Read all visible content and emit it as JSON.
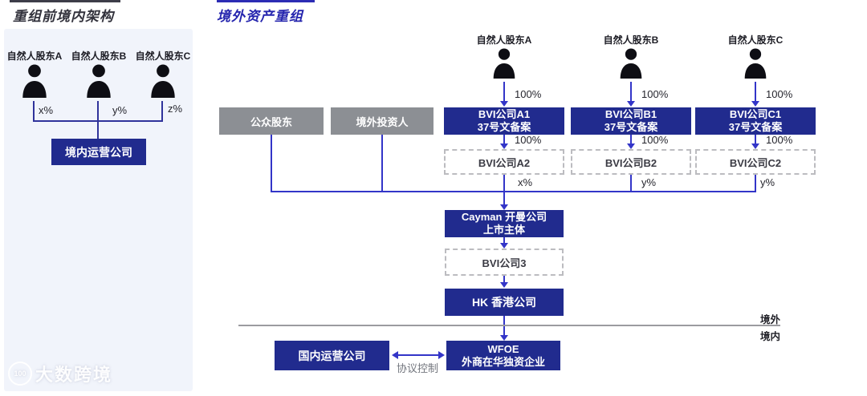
{
  "left_panel": {
    "title": "重组前境内架构",
    "shareholders": [
      {
        "label": "自然人股东A",
        "pct": "x%"
      },
      {
        "label": "自然人股东B",
        "pct": "y%"
      },
      {
        "label": "自然人股东C",
        "pct": "z%"
      }
    ],
    "company": "境内运营公司"
  },
  "right_section": {
    "title": "境外资产重组",
    "columns": [
      {
        "shareholder": "自然人股东A",
        "pct_top": "100%",
        "bvi1_line1": "BVI公司A1",
        "bvi1_line2": "37号文备案",
        "pct_mid": "100%",
        "bvi2": "BVI公司A2",
        "pct_bottom": "x%"
      },
      {
        "shareholder": "自然人股东B",
        "pct_top": "100%",
        "bvi1_line1": "BVI公司B1",
        "bvi1_line2": "37号文备案",
        "pct_mid": "100%",
        "bvi2": "BVI公司B2",
        "pct_bottom": "y%"
      },
      {
        "shareholder": "自然人股东C",
        "pct_top": "100%",
        "bvi1_line1": "BVI公司C1",
        "bvi1_line2": "37号文备案",
        "pct_mid": "100%",
        "bvi2": "BVI公司C2",
        "pct_bottom": "y%"
      }
    ],
    "public_shareholders": "公众股东",
    "offshore_investors": "境外投资人",
    "cayman_line1": "Cayman 开曼公司",
    "cayman_line2": "上市主体",
    "bvi3": "BVI公司3",
    "hk": "HK 香港公司",
    "wfoe_line1": "WFOE",
    "wfoe_line2": "外商在华独资企业",
    "domestic_company": "国内运营公司",
    "vie_label": "协议控制",
    "border_above": "境外",
    "border_below": "境内"
  },
  "watermark": {
    "logo": "100",
    "text": "大数跨境"
  },
  "colors": {
    "navy_box": "#212b8e",
    "gray_box": "#8c8f94",
    "line_blue": "#3335c8",
    "panel_bg": "#f1f4fb",
    "divider_gray": "#9b9ba0",
    "title_blue": "#2525ae",
    "title_dark": "#32323c"
  }
}
